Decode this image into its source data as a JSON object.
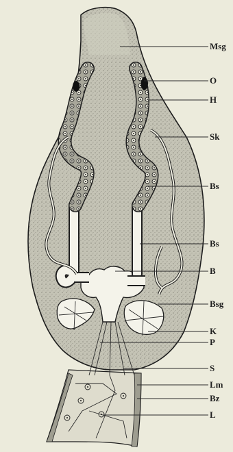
{
  "labels": [
    {
      "key": "Msg",
      "text": "Msg"
    },
    {
      "key": "O",
      "text": "O"
    },
    {
      "key": "H",
      "text": "H"
    },
    {
      "key": "Sk",
      "text": "Sk"
    },
    {
      "key": "Bs1",
      "text": "Bs"
    },
    {
      "key": "Bs2",
      "text": "Bs"
    },
    {
      "key": "B",
      "text": "B"
    },
    {
      "key": "Bsg",
      "text": "Bsg"
    },
    {
      "key": "K",
      "text": "K"
    },
    {
      "key": "P",
      "text": "P"
    },
    {
      "key": "S",
      "text": "S"
    },
    {
      "key": "Lm",
      "text": "Lm"
    },
    {
      "key": "Bz",
      "text": "Bz"
    },
    {
      "key": "L",
      "text": "L"
    }
  ],
  "colors": {
    "background": "#ecebdc",
    "body_fill": "#bdbcae",
    "outline": "#1e1e1e",
    "lumen": "#f4f3ea"
  }
}
